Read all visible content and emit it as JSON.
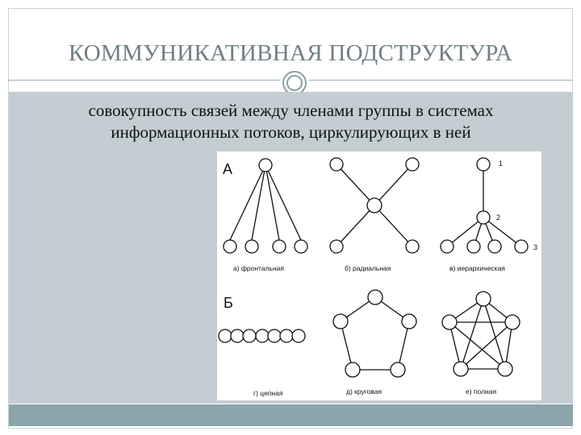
{
  "slide": {
    "title": "КОММУНИКАТИВНАЯ ПОДСТРУКТУРА",
    "subtitle_line1": "совокупность связей между членами группы в системах",
    "subtitle_line2": "информационных потоков, циркулирующих в ней"
  },
  "figure": {
    "section_a_label": "А",
    "section_b_label": "Б",
    "node_labels": [
      "1",
      "2",
      "3"
    ],
    "captions": {
      "frontal": "а) фронтальная",
      "radial": "б) радиальная",
      "hierarchical": "в) иерархическая",
      "chain": "г) цепная",
      "circular": "д) круговая",
      "full": "е) полная"
    }
  },
  "colors": {
    "title": "#6f7f85",
    "content_bg": "#c3cdd2",
    "bottom_bar": "#8aa6ab",
    "ornament": "#8aa0a8"
  }
}
